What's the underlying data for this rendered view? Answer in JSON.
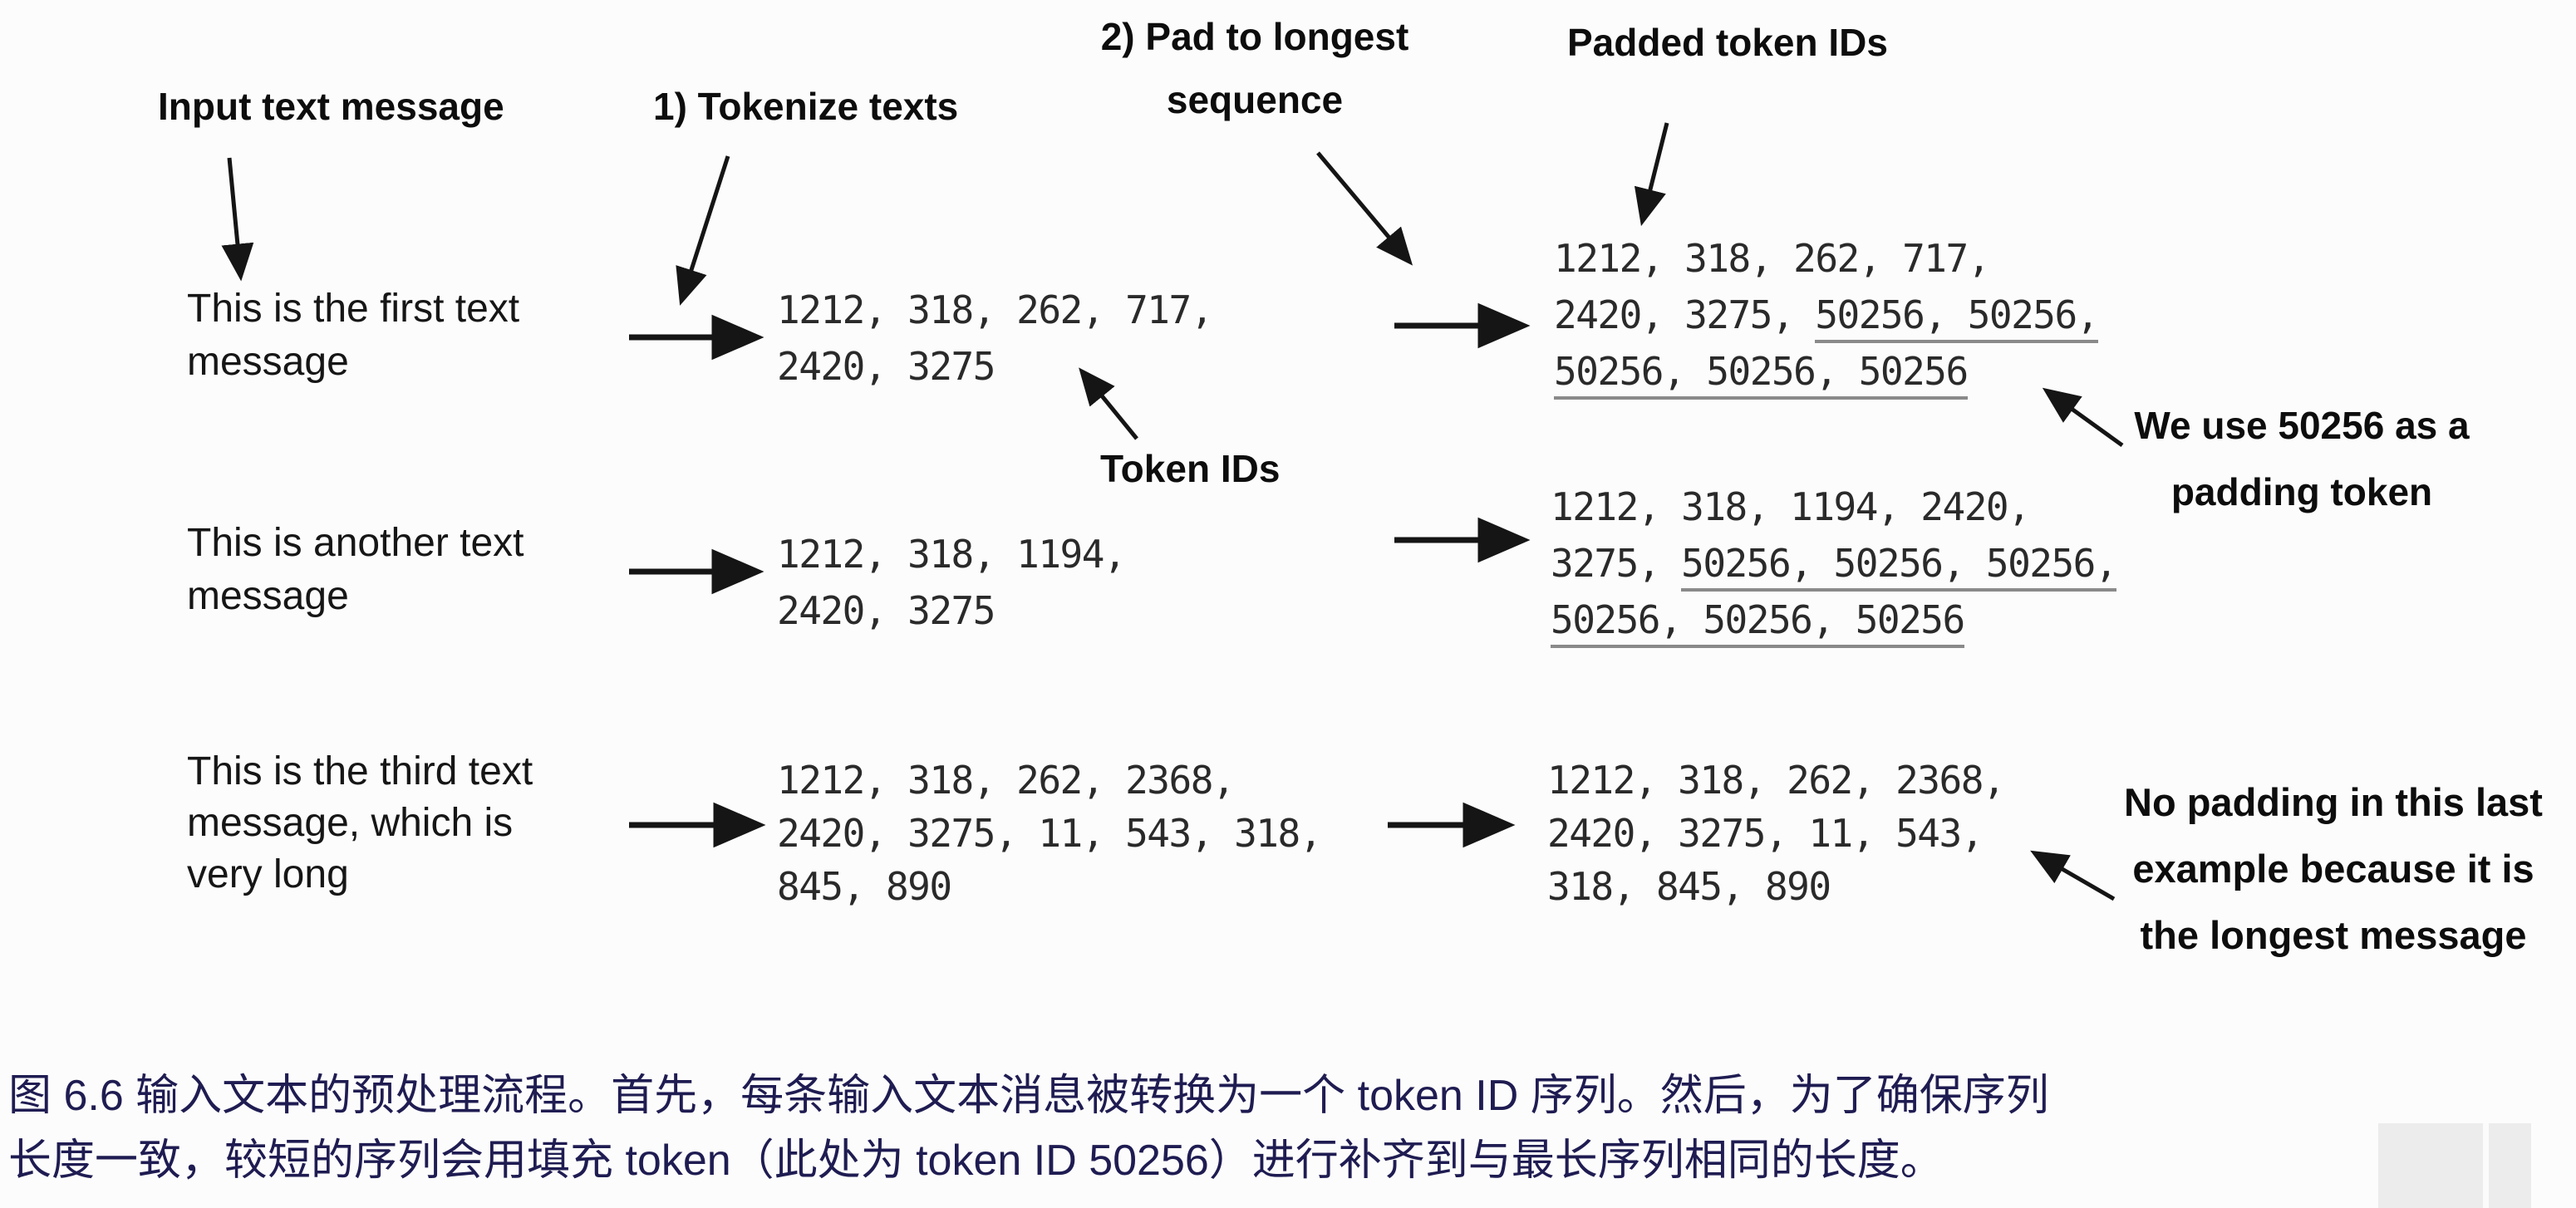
{
  "colors": {
    "background": "#fcfcfc",
    "caption_text": "#1f1c52",
    "label_text": "#0d0d0d",
    "mono_text": "#2a2a2a",
    "padding_underline": "#8a8a8a",
    "arrow": "#151515"
  },
  "labels": {
    "input": "Input text message",
    "tokenize": "1) Tokenize texts",
    "pad_line1": "2) Pad to longest",
    "pad_line2": "sequence",
    "padded_ids": "Padded token IDs",
    "token_ids": "Token IDs",
    "we_use_line1": "We use 50256 as a",
    "we_use_line2": "padding token",
    "no_padding_line1": "No padding in this last",
    "no_padding_line2": "example because it is",
    "no_padding_line3": "the longest message"
  },
  "padding_token_id": "50256",
  "rows": [
    {
      "input": [
        "This is the first text",
        "message"
      ],
      "tokens": [
        "1212, 318, 262, 717,",
        "2420, 3275"
      ],
      "padded": [
        [
          {
            "t": "1212, 318, 262, 717,",
            "u": false
          }
        ],
        [
          {
            "t": "2420, 3275, ",
            "u": false
          },
          {
            "t": "50256, 50256,",
            "u": true
          }
        ],
        [
          {
            "t": "50256, 50256, 50256",
            "u": true
          }
        ]
      ]
    },
    {
      "input": [
        "This is another text",
        "message"
      ],
      "tokens": [
        "1212, 318, 1194,",
        "2420, 3275"
      ],
      "padded": [
        [
          {
            "t": "1212, 318, 1194, 2420,",
            "u": false
          }
        ],
        [
          {
            "t": "3275, ",
            "u": false
          },
          {
            "t": "50256, 50256, 50256,",
            "u": true
          }
        ],
        [
          {
            "t": "50256, 50256, 50256",
            "u": true
          }
        ]
      ]
    },
    {
      "input": [
        "This is the third text",
        "message, which is",
        "very long"
      ],
      "tokens": [
        "1212, 318, 262, 2368,",
        "2420, 3275, 11, 543, 318,",
        "845, 890"
      ],
      "padded": [
        [
          {
            "t": "1212, 318, 262, 2368,",
            "u": false
          }
        ],
        [
          {
            "t": "2420, 3275, 11, 543,",
            "u": false
          }
        ],
        [
          {
            "t": "318, 845, 890",
            "u": false
          }
        ]
      ]
    }
  ],
  "caption": {
    "line1": "图 6.6 输入文本的预处理流程。首先，每条输入文本消息被转换为一个 token ID 序列。然后，为了确保序列",
    "line2": "长度一致，较短的序列会用填充 token（此处为 token ID 50256）进行补齐到与最长序列相同的长度。"
  }
}
